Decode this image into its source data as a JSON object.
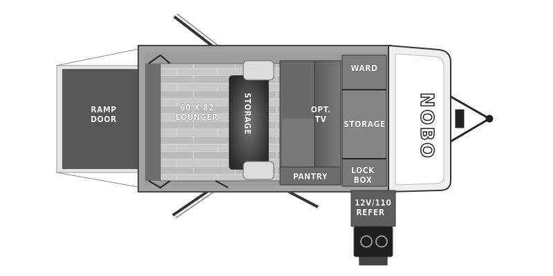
{
  "labels": {
    "ramp_door": "RAMP\nDOOR",
    "lounger": "60 X 82\nLOUNGER",
    "storage_bed": "STORAGE",
    "opt_tv": "OPT.\nTV",
    "ward": "WARD",
    "storage_front": "STORAGE",
    "pantry": "PANTRY",
    "lock_box": "LOCK\nBOX",
    "refer": "12V/110\nREFER"
  },
  "brand": "NOBO",
  "colors": {
    "wall": "#a9a9a9",
    "ramp": "#555555",
    "floor_light": "#cfcfcf",
    "floor_dark": "#4a4a4a"
  }
}
